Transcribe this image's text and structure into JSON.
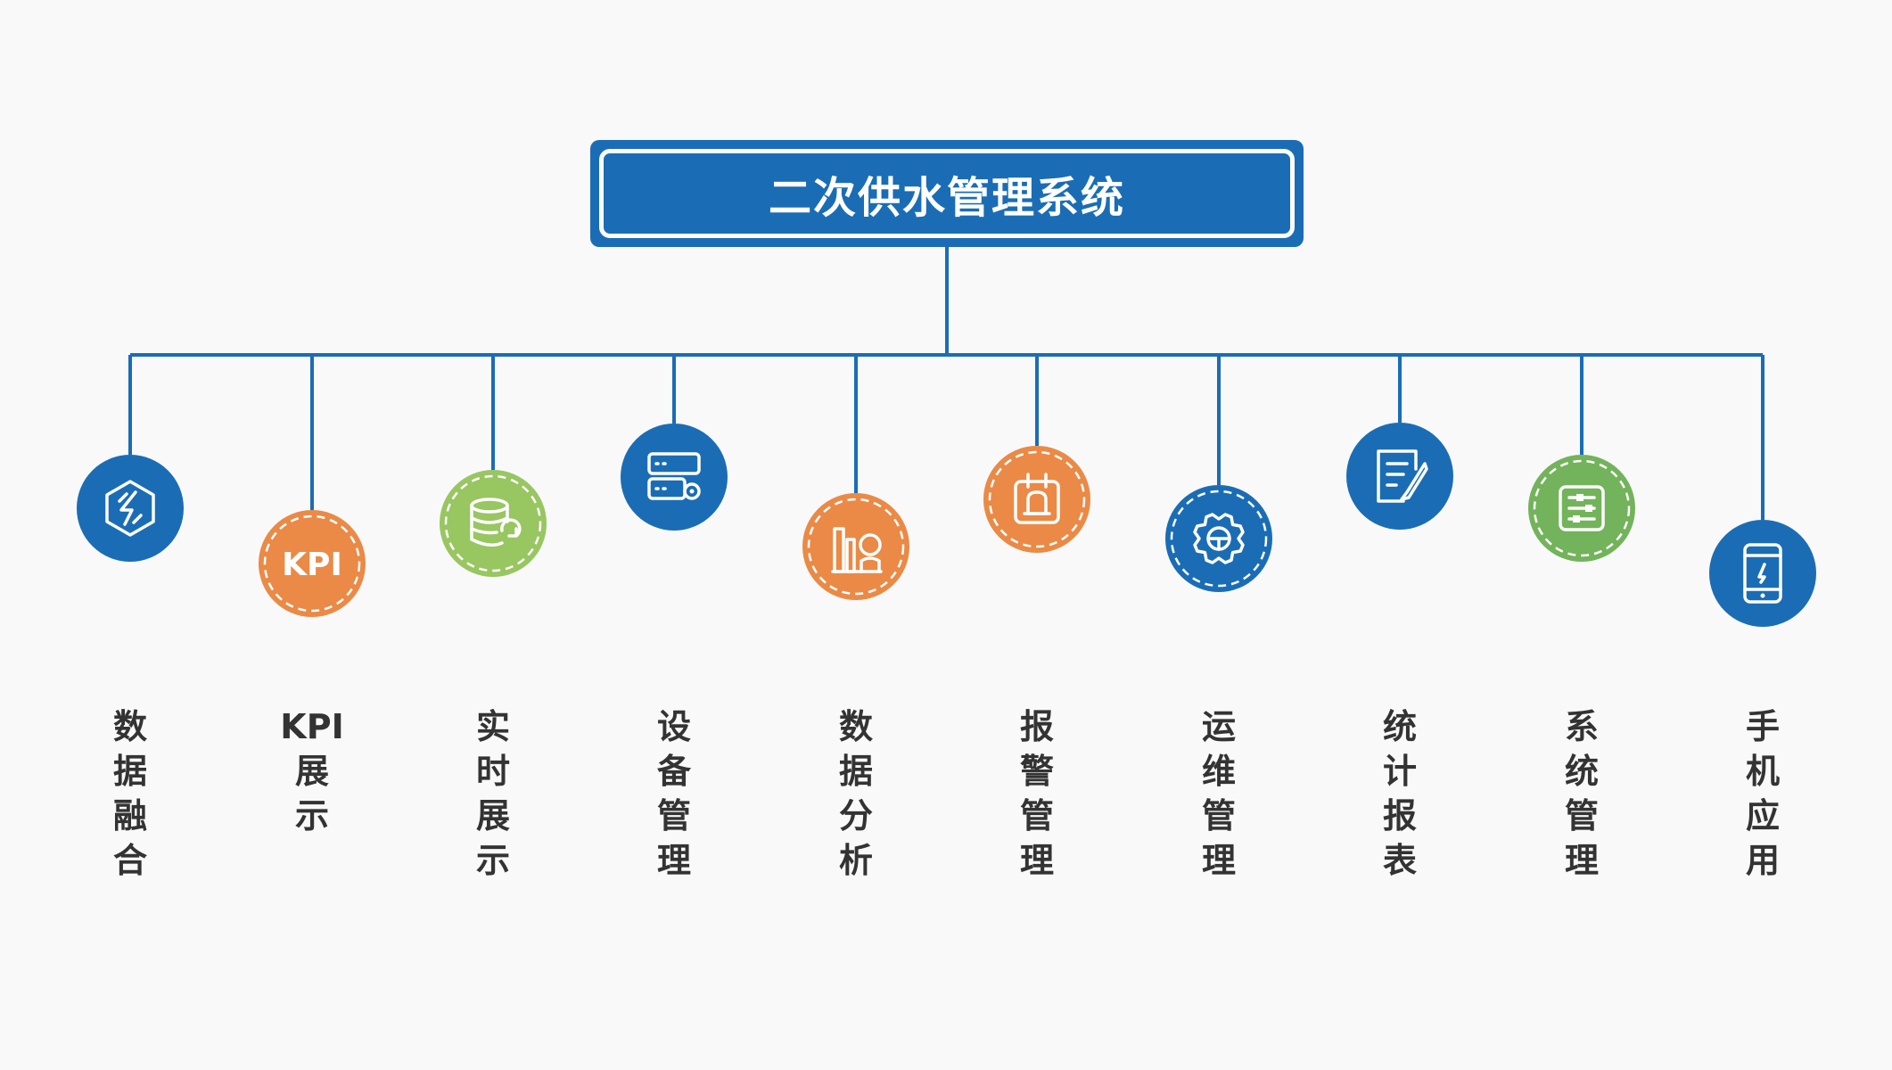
{
  "title": "二次供水管理系统",
  "colors": {
    "line": "#1a6db5",
    "blue": "#1a6db5",
    "orange": "#ea8a46",
    "green": "#98c661",
    "green_dark": "#73b35b",
    "label": "#333333"
  },
  "nodes": [
    {
      "label": "数\n据\n融\n合",
      "icon": "hexagon-link-icon",
      "color": "blue",
      "dashed": false
    },
    {
      "label": "KPI\n展\n示",
      "icon": "kpi-icon",
      "color": "orange",
      "dashed": true,
      "icon_text": "KPI"
    },
    {
      "label": "实\n时\n展\n示",
      "icon": "database-refresh-icon",
      "color": "green",
      "dashed": true
    },
    {
      "label": "设\n备\n管\n理",
      "icon": "server-gear-icon",
      "color": "blue",
      "dashed": false
    },
    {
      "label": "数\n据\n分\n析",
      "icon": "bar-chart-search-icon",
      "color": "orange",
      "dashed": true
    },
    {
      "label": "报\n警\n管\n理",
      "icon": "alarm-calendar-icon",
      "color": "orange",
      "dashed": true
    },
    {
      "label": "运\n维\n管\n理",
      "icon": "gear-icon",
      "color": "blue",
      "dashed": true
    },
    {
      "label": "统\n计\n报\n表",
      "icon": "report-edit-icon",
      "color": "blue",
      "dashed": false
    },
    {
      "label": "系\n统\n管\n理",
      "icon": "settings-sliders-icon",
      "color": "green_dark",
      "dashed": true
    },
    {
      "label": "手\n机\n应\n用",
      "icon": "mobile-phone-icon",
      "color": "blue",
      "dashed": false
    }
  ]
}
